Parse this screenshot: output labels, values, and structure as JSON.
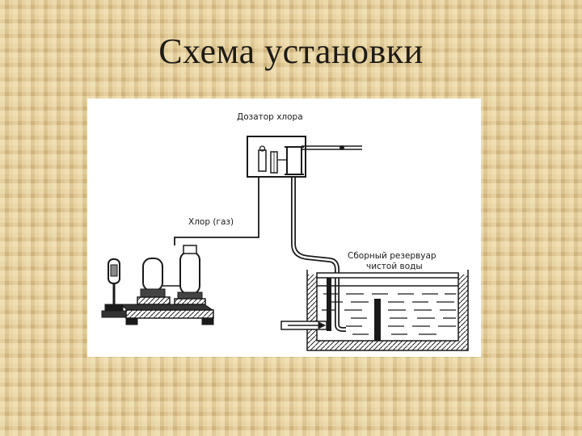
{
  "slide": {
    "title": "Схема установки"
  },
  "diagram": {
    "labels": {
      "chlorine_dispenser": "Дозатор хлора",
      "chlorine_gas": "Хлор (газ)",
      "reservoir_line1": "Сборный резервуар",
      "reservoir_line2": "чистой воды"
    }
  }
}
